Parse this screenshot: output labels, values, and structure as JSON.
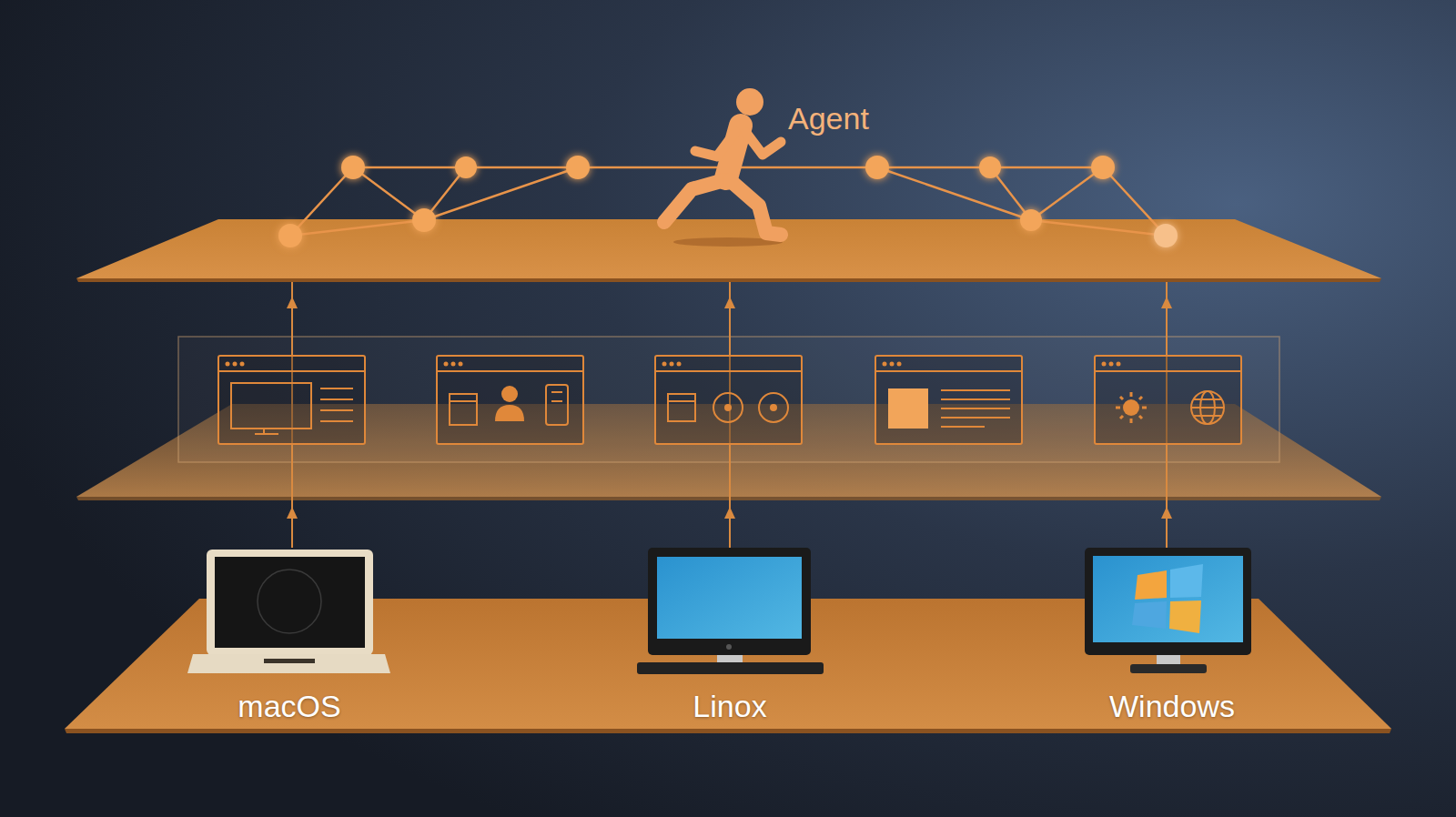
{
  "diagram": {
    "nodes": [
      {
        "text": [
          "macOS"
        ]
      },
      {
        "text": [
          "Linox"
        ]
      },
      {
        "text": [
          "Windows"
        ]
      }
    ],
    "labels": [
      "Agent"
    ]
  }
}
